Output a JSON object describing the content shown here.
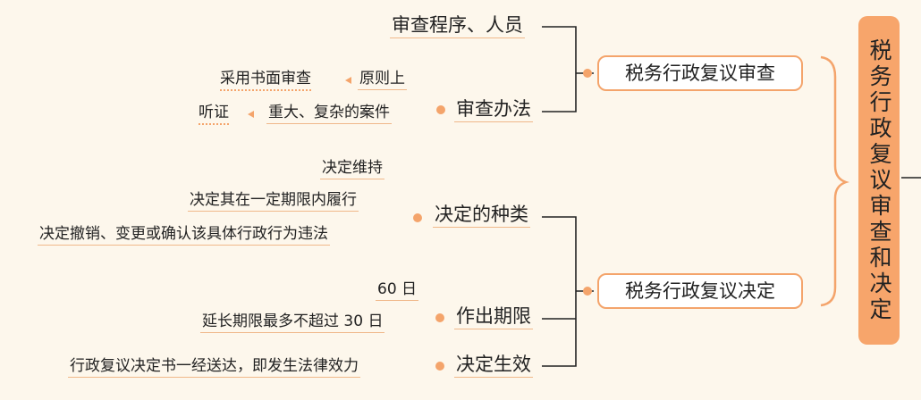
{
  "root": "税务行政复议审查和决定",
  "branches": [
    {
      "label": "税务行政复议审查",
      "children": [
        {
          "label": "审查程序、人员"
        },
        {
          "label": "审查办法",
          "items": [
            {
              "text": "原则上",
              "sub": "采用书面审查"
            },
            {
              "text": "重大、复杂的案件",
              "sub": "听证"
            }
          ]
        }
      ]
    },
    {
      "label": "税务行政复议决定",
      "children": [
        {
          "label": "决定的种类",
          "items": [
            {
              "text": "决定维持"
            },
            {
              "text": "决定其在一定期限内履行"
            },
            {
              "text": "决定撤销、变更或确认该具体行政行为违法"
            }
          ]
        },
        {
          "label": "作出期限",
          "items": [
            {
              "text": "60 日"
            },
            {
              "text": "延长期限最多不超过 30 日"
            }
          ]
        },
        {
          "label": "决定生效",
          "items": [
            {
              "text": "行政复议决定书一经送达，即发生法律效力"
            }
          ]
        }
      ]
    }
  ]
}
